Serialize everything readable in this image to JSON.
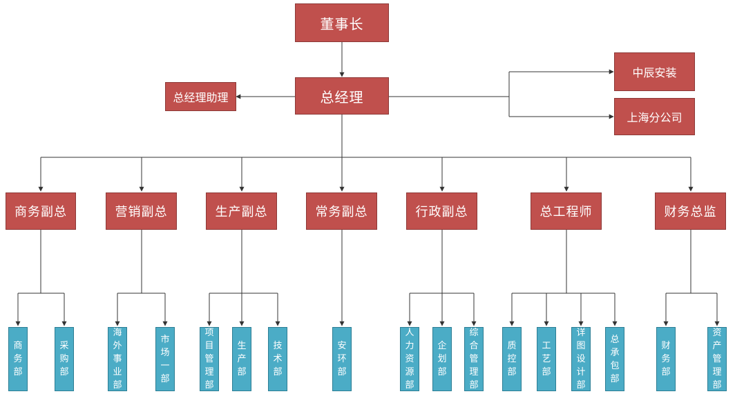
{
  "nodes": {
    "chairman": "董事长",
    "gm": "总经理",
    "gm_assistant": "总经理助理",
    "zhongchen": "中辰安装",
    "shanghai": "上海分公司",
    "vp_business": "商务副总",
    "vp_marketing": "营销副总",
    "vp_production": "生产副总",
    "vp_executive": "常务副总",
    "vp_admin": "行政副总",
    "chief_engineer": "总工程师",
    "cfo": "财务总监",
    "d_business": "商务部",
    "d_purchase": "采购部",
    "d_overseas": "海外事业部",
    "d_market1": "市场一部",
    "d_project": "项目管理部",
    "d_production": "生产部",
    "d_tech": "技术部",
    "d_safety": "安环部",
    "d_hr": "人力资源部",
    "d_planning": "企划部",
    "d_general": "综合管理部",
    "d_quality": "质控部",
    "d_process": "工艺部",
    "d_design": "详图设计部",
    "d_contract": "总承包部",
    "d_finance": "财务部",
    "d_asset": "资产管理部"
  },
  "colors": {
    "leadership": "#c0504d",
    "department": "#4bacc6",
    "connector": "#333333"
  }
}
